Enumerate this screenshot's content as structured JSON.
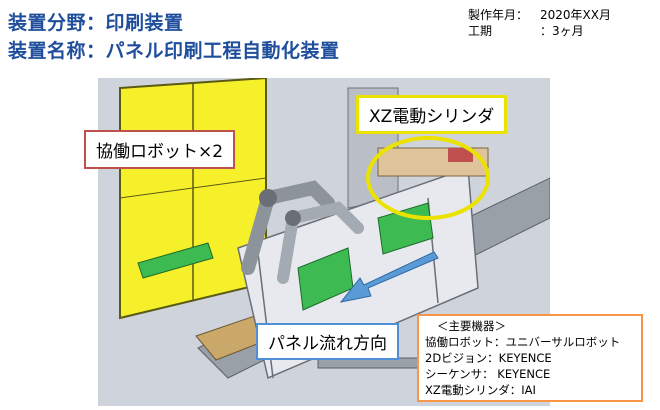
{
  "header": {
    "field_line": "装置分野：印刷装置",
    "name_line": "装置名称：パネル印刷工程自動化装置"
  },
  "meta": {
    "date_key": "製作年月：",
    "date_value": "2020年XX月",
    "period_key": "工期",
    "period_value": "：3ヶ月"
  },
  "callouts": {
    "robot": "協働ロボット×2",
    "cylinder": "XZ電動シリンダ",
    "flow": "パネル流れ方向"
  },
  "equipment": {
    "heading": "＜主要機器＞",
    "lines": [
      "協働ロボット：ユニバーサルロボット",
      "2Dビジョン：KEYENCE",
      "シーケンサ： KEYENCE",
      "XZ電動シリンダ：IAI"
    ]
  },
  "colors": {
    "title": "#1f4e9c",
    "robot_callout_border": "#c0504d",
    "cylinder_callout_border": "#ece200",
    "flow_callout_border": "#4f8fd6",
    "equipment_border": "#f79646",
    "safety_fence": "#f5f02a"
  }
}
